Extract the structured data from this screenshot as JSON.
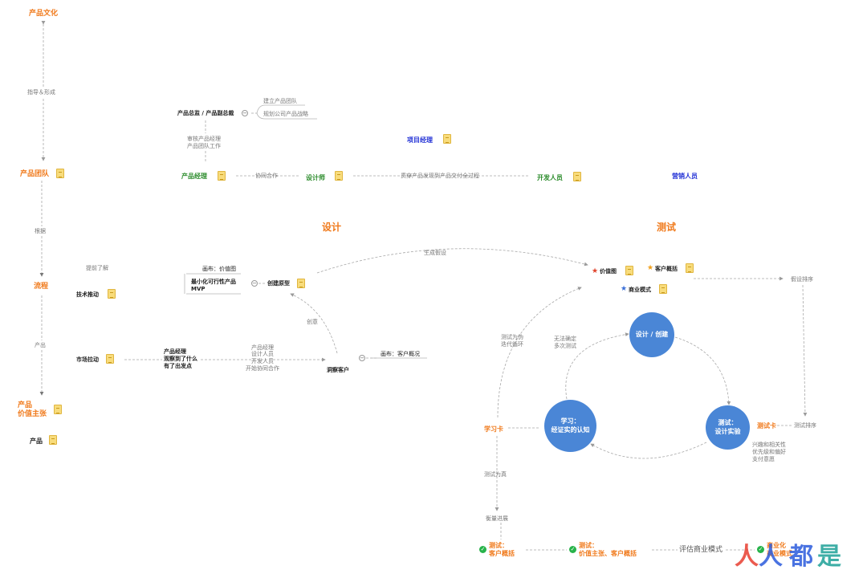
{
  "labels": {
    "product_culture": "产品文化",
    "guide_form": "指导＆形成",
    "product_team": "产品团队",
    "basis": "根据",
    "process": "流程",
    "output": "产出",
    "value_prop_1": "产品",
    "value_prop_2": "价值主张",
    "product": "产品",
    "director": "产品总监 / 产品副总裁",
    "build_team": "建立产品团队",
    "plan_strategy": "规划公司产品战略",
    "review_line1": "审核产品经理",
    "review_line2": "产品团队工作",
    "project_manager": "项目经理",
    "product_manager": "产品经理",
    "collaborate": "协同合作",
    "designer": "设计师",
    "through_process": "贯穿产品发现到产品交付全过程",
    "developer": "开发人员",
    "marketer": "营销人员",
    "design_section": "设计",
    "test_section": "测试",
    "know_ahead": "提前了解",
    "tech_push": "技术推动",
    "market_pull": "市场拉动",
    "pm_observe_1": "产品经理",
    "pm_observe_2": "观察到了什么",
    "pm_observe_3": "有了出发点",
    "roles_1": "产品经理",
    "roles_2": "设计人员",
    "roles_3": "开发人员",
    "roles_4": "开始协同合作",
    "observe_customer": "洞察客户",
    "canvas_customer": "画布：客户概况",
    "idea": "创意",
    "create_prototype": "创建原型",
    "canvas_value": "画布：价值图",
    "mvp_1": "最小化可行性产品",
    "mvp_2": "MVP",
    "generate_hypothesis": "生成假设",
    "value_map": "价值图",
    "customer_profile": "客户概括",
    "business_model": "商业模式",
    "hypothesis_order": "假设排序",
    "test_false_1": "测试为伪",
    "test_false_2": "迭代循环",
    "uncertain_1": "无法确定",
    "uncertain_2": "多次测试",
    "design_create": "设计 / 创建",
    "learn_1": "学习：",
    "learn_2": "经证实的认知",
    "test_exp_1": "测试：",
    "test_exp_2": "设计实验",
    "test_card": "测试卡",
    "test_order": "测试排序",
    "interest_1": "兴趣和相关性",
    "interest_2": "优先级和偏好",
    "interest_3": "支付意愿",
    "learning_card": "学习卡",
    "test_true": "测试为真",
    "measure_progress": "衡量进展",
    "test_cp_1": "测试：",
    "test_cp_2": "客户概括",
    "test_vp_1": "测试：",
    "test_vp_2": "价值主张、客户概括",
    "evaluate_bm": "评估商业模式",
    "commercial_1": "商业化",
    "commercial_2": "商业模式",
    "watermark_1": "人",
    "watermark_2": "人",
    "watermark_3": "都",
    "watermark_4": "是"
  },
  "colors": {
    "orange": "#f07a1c",
    "green": "#2c8c2c",
    "blue": "#2433d6",
    "circle": "#4a86d6",
    "check": "#27b34a",
    "note": "#f8dc7c"
  },
  "icons": [
    "note-icon",
    "collapse-icon",
    "star-icon",
    "check-icon"
  ]
}
